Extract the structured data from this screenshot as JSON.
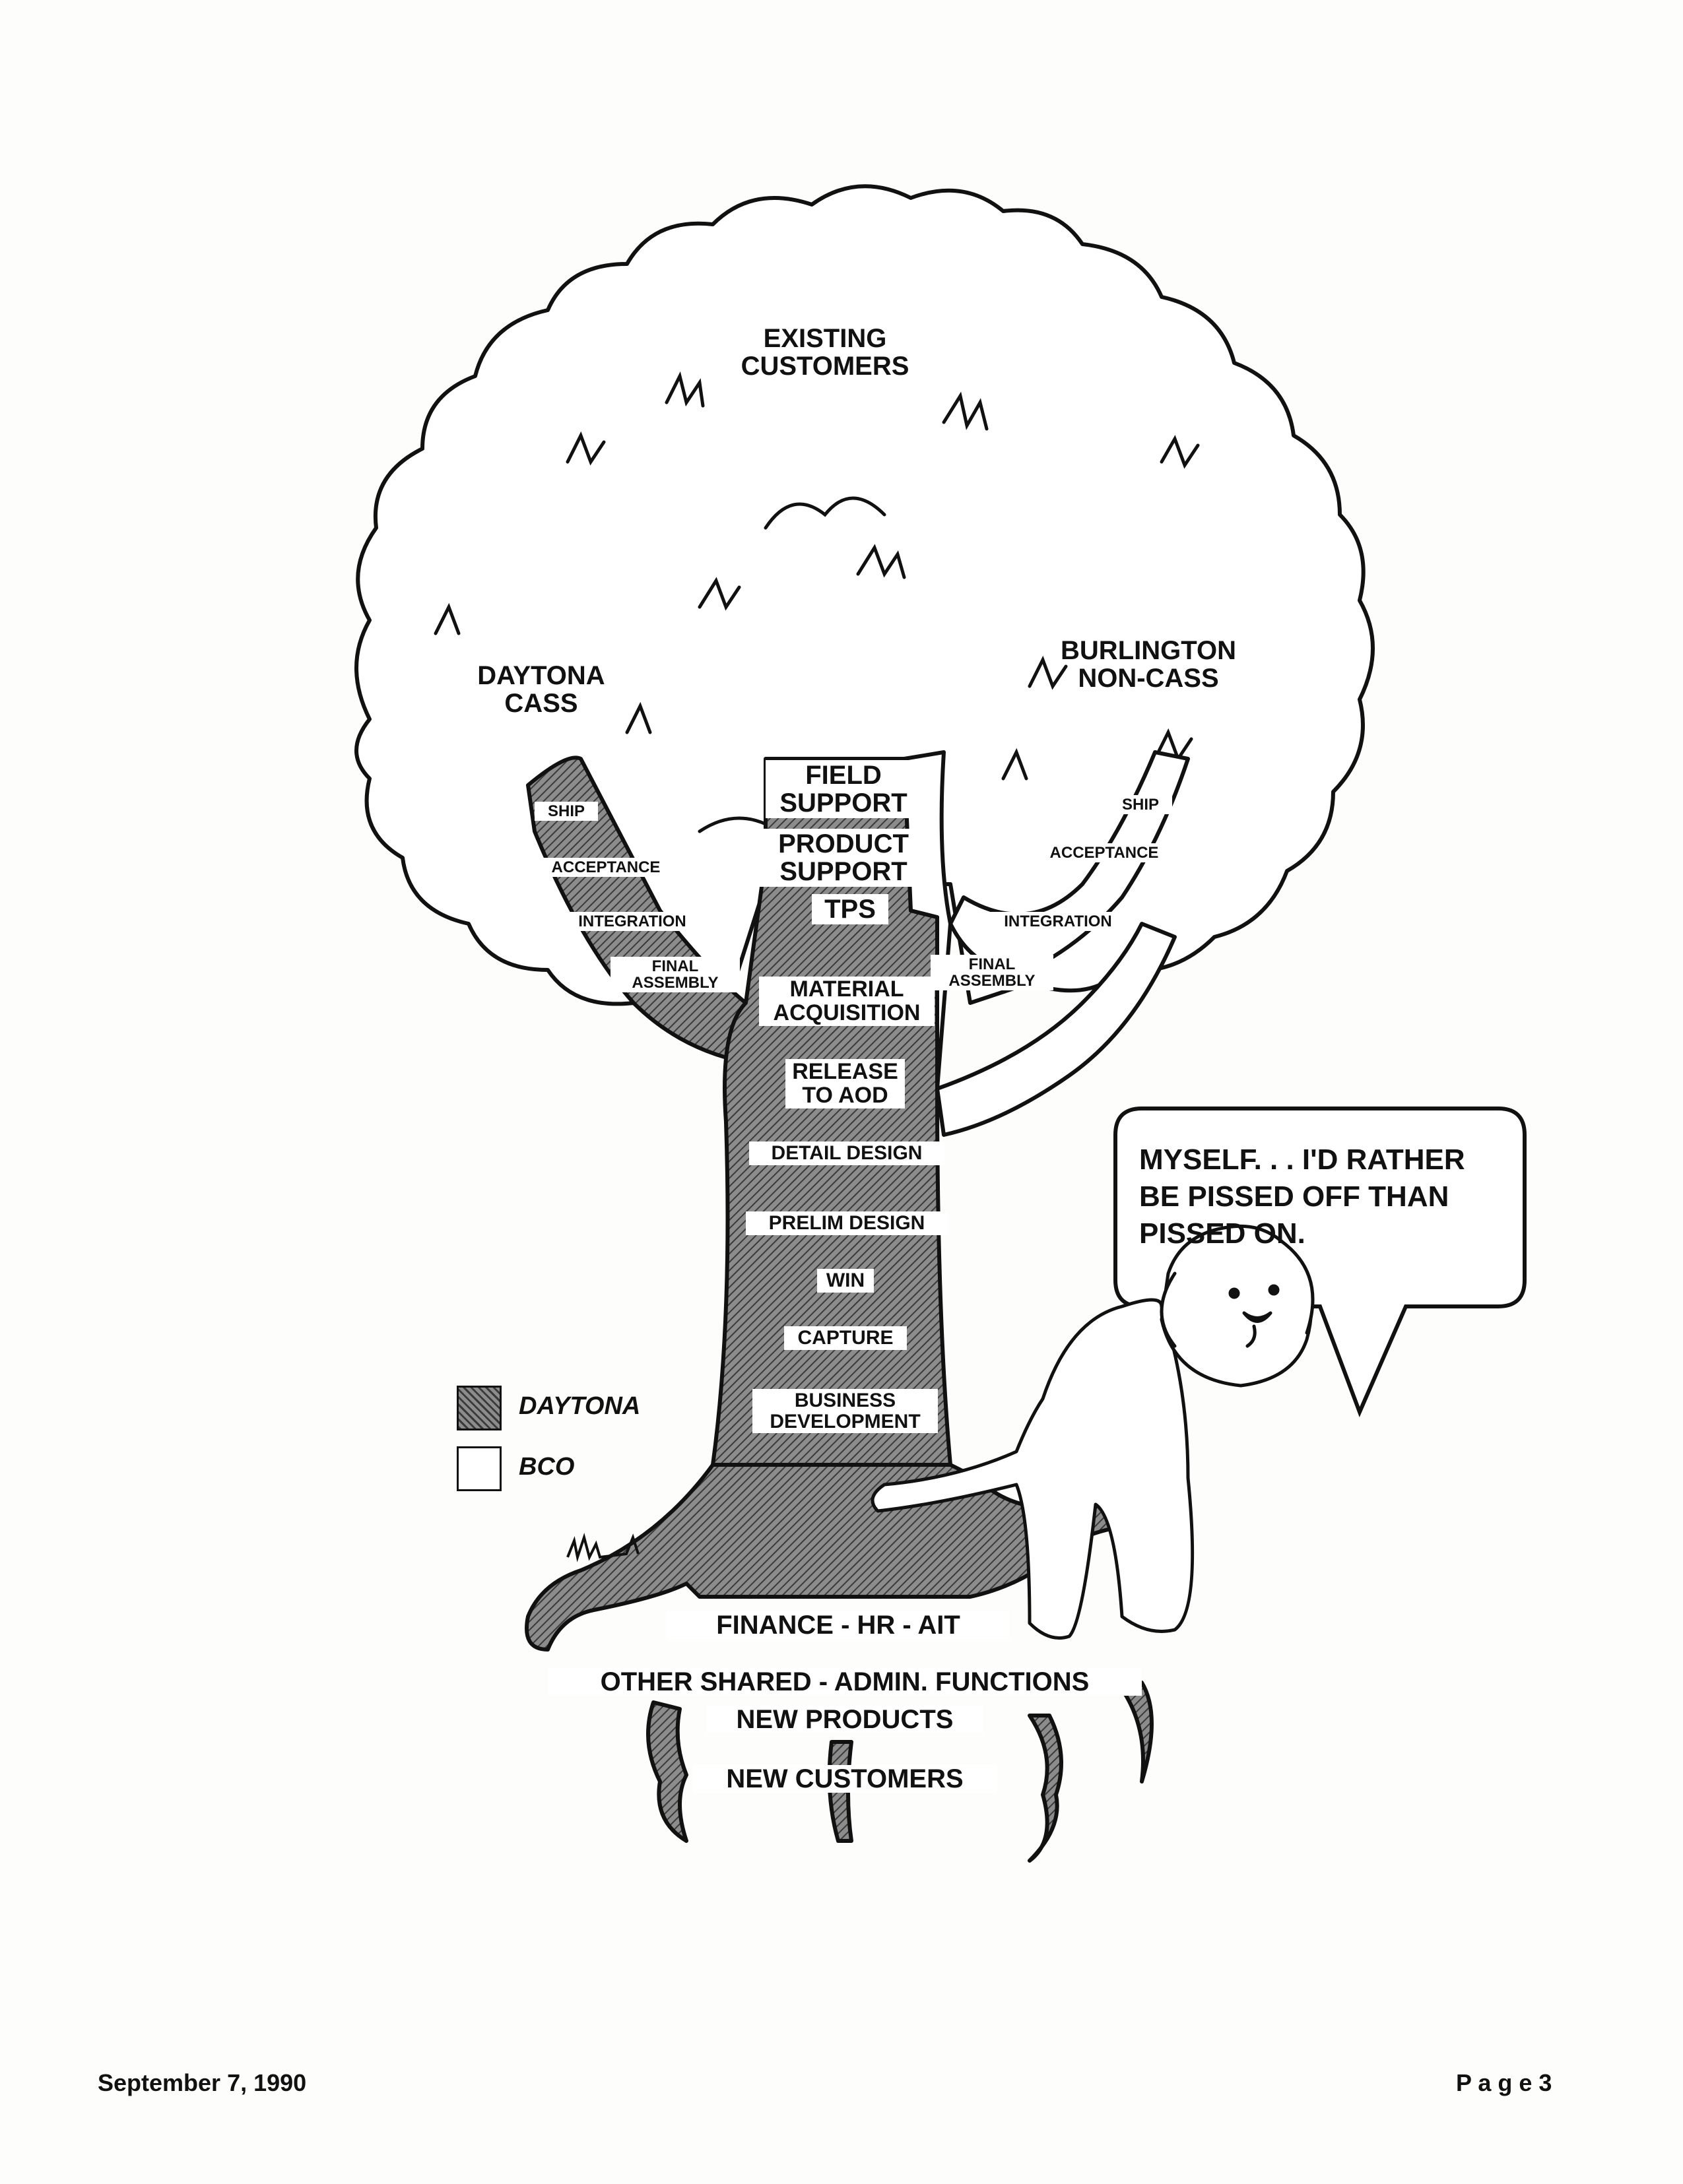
{
  "canopy": {
    "existing": [
      "EXISTING",
      "CUSTOMERS"
    ],
    "daytona": [
      "DAYTONA",
      "CASS"
    ],
    "burlington": [
      "BURLINGTON",
      "NON-CASS"
    ]
  },
  "trunk": {
    "field_support": [
      "FIELD",
      "SUPPORT"
    ],
    "product_support": [
      "PRODUCT",
      "SUPPORT"
    ],
    "tps": "TPS",
    "material": [
      "MATERIAL",
      "ACQUISITION"
    ],
    "release": [
      "RELEASE",
      "TO AOD"
    ],
    "detail_design": "DETAIL DESIGN",
    "prelim_design": "PRELIM DESIGN",
    "win": "WIN",
    "capture": "CAPTURE",
    "business": [
      "BUSINESS",
      "DEVELOPMENT"
    ]
  },
  "left_branch": {
    "ship": "SHIP",
    "acceptance": "ACCEPTANCE",
    "integration": "INTEGRATION",
    "final": [
      "FINAL",
      "ASSEMBLY"
    ]
  },
  "right_branch": {
    "ship": "SHIP",
    "acceptance": "ACCEPTANCE",
    "integration": "INTEGRATION",
    "final": [
      "FINAL",
      "ASSEMBLY"
    ]
  },
  "roots": {
    "line1": "FINANCE  -  HR  -  AIT",
    "line2": "OTHER SHARED  -  ADMIN. FUNCTIONS",
    "line3": "NEW PRODUCTS",
    "line4": "NEW CUSTOMERS"
  },
  "legend": {
    "daytona": "DAYTONA",
    "bco": "BCO"
  },
  "speech_bubble": "MYSELF. . . I'D RATHER\nBE PISSED OFF THAN\nPISSED ON.",
  "footer": {
    "date": "September 7, 1990",
    "page": "P a g e  3"
  }
}
